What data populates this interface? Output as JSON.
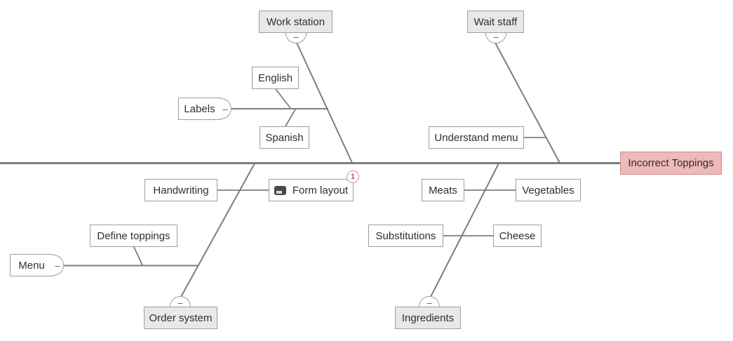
{
  "problem": {
    "label": "Incorrect Toppings"
  },
  "categories": {
    "work_station": {
      "label": "Work station"
    },
    "wait_staff": {
      "label": "Wait staff"
    },
    "order_system": {
      "label": "Order system"
    },
    "ingredients": {
      "label": "Ingredients"
    }
  },
  "causes": {
    "english": {
      "label": "English"
    },
    "labels": {
      "label": "Labels"
    },
    "spanish": {
      "label": "Spanish"
    },
    "understand_menu": {
      "label": "Understand menu"
    },
    "handwriting": {
      "label": "Handwriting"
    },
    "form_layout": {
      "label": "Form layout",
      "badge_count": "1"
    },
    "define_toppings": {
      "label": "Define toppings"
    },
    "menu": {
      "label": "Menu"
    },
    "meats": {
      "label": "Meats"
    },
    "vegetables": {
      "label": "Vegetables"
    },
    "substitutions": {
      "label": "Substitutions"
    },
    "cheese": {
      "label": "Cheese"
    }
  },
  "toggle": {
    "collapse_symbol": "–"
  },
  "colors": {
    "category_fill": "#e8e8e8",
    "cause_fill": "#ffffff",
    "box_border": "#9e9e9e",
    "problem_fill": "#eeb9b9",
    "problem_border": "#cb8f8f",
    "line": "#7d7d7d",
    "badge_border": "#d98c8c",
    "badge_text": "#c0504d"
  }
}
